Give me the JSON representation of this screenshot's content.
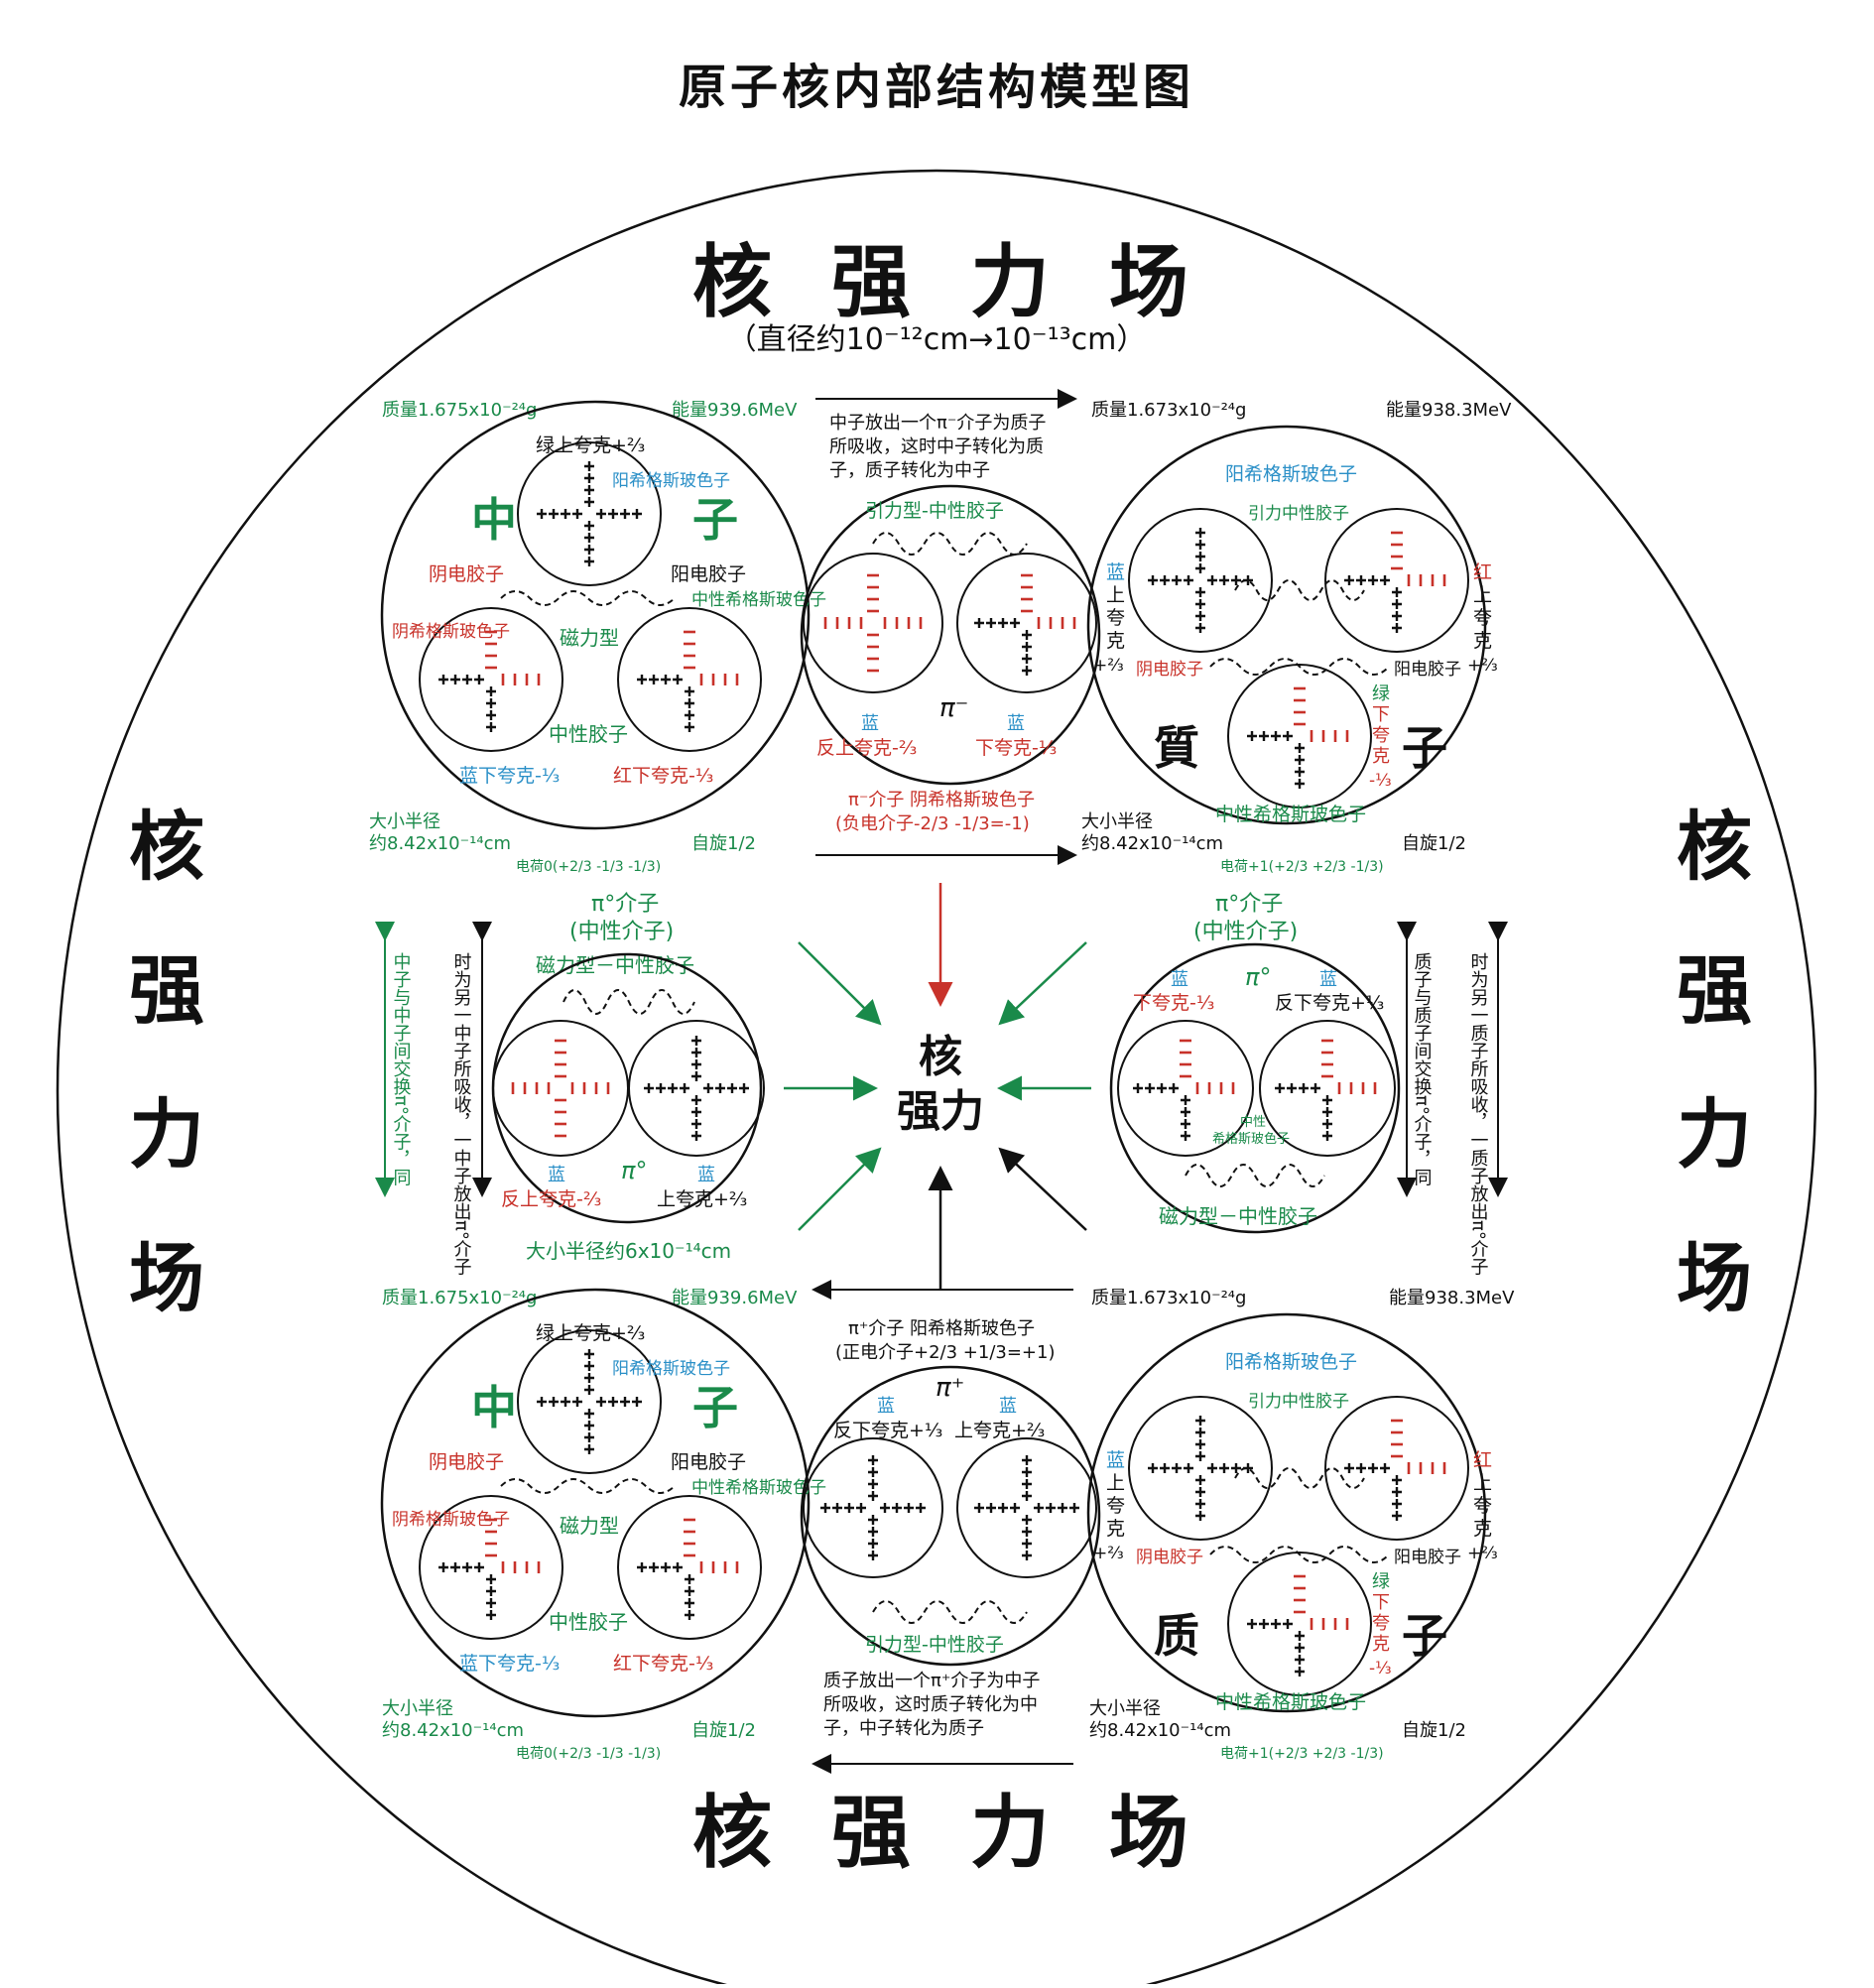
{
  "title": "原子核内部结构模型图",
  "colors": {
    "black": "#111111",
    "green": "#1a8a4a",
    "red": "#c8322a",
    "blue": "#2a8fc7",
    "gray": "#888888"
  },
  "field_label_chars": [
    "核",
    "强",
    "力",
    "场"
  ],
  "field_diameter": "（直径约10⁻¹²cm→10⁻¹³cm）",
  "center_label": {
    "line1": "核",
    "line2": "强力"
  },
  "neutron_stats": {
    "mass": "质量1.675x10⁻²⁴g",
    "energy": "能量939.6MeV",
    "radius_1": "大小半径",
    "radius_2": "约8.42x10⁻¹⁴cm",
    "spin": "自旋1/2",
    "charge": "电荷0(+2/3 -1/3 -1/3)"
  },
  "proton_stats": {
    "mass": "质量1.673x10⁻²⁴g",
    "energy": "能量938.3MeV",
    "radius_1": "大小半径",
    "radius_2": "约8.42x10⁻¹⁴cm",
    "spin": "自旋1/2",
    "charge": "电荷+1(+2/3 +2/3 -1/3)"
  },
  "neutron_labels": {
    "name_left": "中",
    "name_right": "子",
    "green_up": "绿上夸克+⅔",
    "anti_gluon": "阳希格斯玻色子",
    "neg_glue": "阴电胶子",
    "pos_glue": "阳电胶子",
    "neutral_higgs": "中性希格斯玻色子",
    "neg_higgs": "阴希格斯玻色子",
    "magnetic": "磁力型",
    "neutral_glue": "中性胶子",
    "blue_down": "蓝下夸克-⅓",
    "red_down": "红下夸克-⅓"
  },
  "proton_labels": {
    "name_top": "質",
    "name_bottom": "质",
    "name_right": "子",
    "pos_higgs": "阳希格斯玻色子",
    "attract_glue": "引力中性胶子",
    "blue": "蓝",
    "up_v": "上夸克",
    "frac_pos": "+⅔",
    "red": "红",
    "neg_glue": "阴电胶子",
    "pos_glue": "阳电胶子",
    "green": "绿",
    "down_v": "下夸克",
    "frac_neg": "-⅓",
    "neutral_higgs": "中性希格斯玻色子"
  },
  "top_middle": {
    "desc_1": "中子放出一个π⁻介子为质子",
    "desc_2": "所吸收，这时中子转化为质",
    "desc_3": "子，质子转化为中子",
    "attract": "引力型-中性胶子",
    "blue": "蓝",
    "anti_up": "反上夸克-⅔",
    "down": "下夸克-⅓",
    "pion": "π⁻",
    "meson_1": "π⁻介子  阴希格斯玻色子",
    "meson_2": "(负电介子-2/3 -1/3=-1)"
  },
  "bottom_middle": {
    "meson_1": "π⁺介子  阳希格斯玻色子",
    "meson_2": "(正电介子+2/3 +1/3=+1)",
    "pion": "π⁺",
    "blue": "蓝",
    "anti_down": "反下夸克+⅓",
    "up": "上夸克+⅔",
    "attract": "引力型-中性胶子",
    "desc_1": "质子放出一个π⁺介子为中子",
    "desc_2": "所吸收，这时质子转化为中",
    "desc_3": "子，中子转化为质子"
  },
  "left_pion": {
    "title_1": "π°介子",
    "title_2": "(中性介子)",
    "glue": "磁力型－中性胶子",
    "blue": "蓝",
    "pion": "π°",
    "anti_up": "反上夸克-⅔",
    "up": "上夸克+⅔",
    "radius": "大小半径约6x10⁻¹⁴cm",
    "vtext_1": "中子与中子间交换π°介子，同",
    "vtext_2": "时为另一中子所吸收，一中子放出π°介子"
  },
  "right_pion": {
    "title_1": "π°介子",
    "title_2": "(中性介子)",
    "pion": "π°",
    "blue": "蓝",
    "down": "下夸克-⅓",
    "anti_down": "反下夸克+⅓",
    "neutral": "中性",
    "higgs": "希格斯玻色子",
    "glue": "磁力型－中性胶子",
    "vtext_1": "质子与质子间交换π°介子，同",
    "vtext_2": "时为另一质子所吸收，一质子放出π°介子"
  }
}
